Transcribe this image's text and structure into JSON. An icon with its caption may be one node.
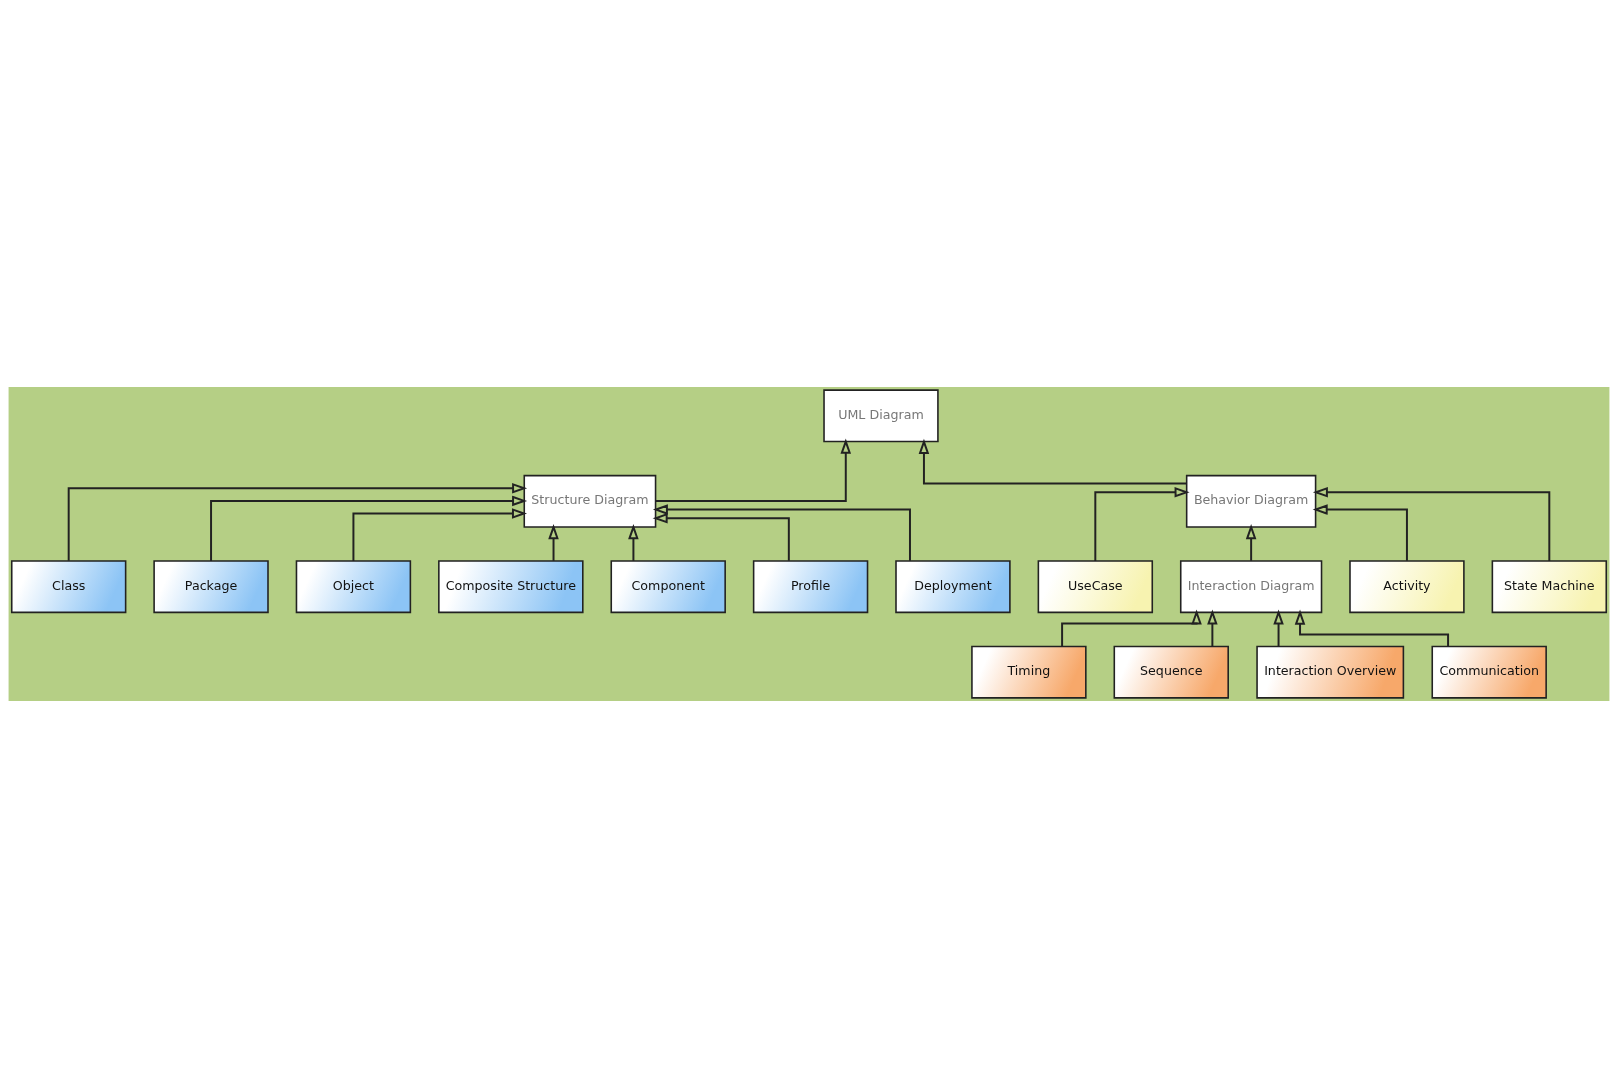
{
  "diagram": {
    "nodes": [
      {
        "text": [
          "UML Diagram"
        ]
      },
      {
        "text": [
          "Structure Diagram"
        ]
      },
      {
        "text": [
          "Behavior Diagram"
        ]
      },
      {
        "text": [
          "Class"
        ]
      },
      {
        "text": [
          "Package"
        ]
      },
      {
        "text": [
          "Object"
        ]
      },
      {
        "text": [
          "Composite Structure"
        ]
      },
      {
        "text": [
          "Component"
        ]
      },
      {
        "text": [
          "Profile"
        ]
      },
      {
        "text": [
          "Deployment"
        ]
      },
      {
        "text": [
          "UseCase"
        ]
      },
      {
        "text": [
          "Interaction Diagram"
        ]
      },
      {
        "text": [
          "Activity"
        ]
      },
      {
        "text": [
          "State Machine"
        ]
      },
      {
        "text": [
          "Timing"
        ]
      },
      {
        "text": [
          "Sequence"
        ]
      },
      {
        "text": [
          "Interaction Overview"
        ]
      },
      {
        "text": [
          "Communication"
        ]
      }
    ],
    "edges": [
      {
        "from": 1,
        "to": 0,
        "arrow": "to"
      },
      {
        "from": 2,
        "to": 0,
        "arrow": "to"
      },
      {
        "from": 3,
        "to": 1,
        "arrow": "to"
      },
      {
        "from": 4,
        "to": 1,
        "arrow": "to"
      },
      {
        "from": 5,
        "to": 1,
        "arrow": "to"
      },
      {
        "from": 6,
        "to": 1,
        "arrow": "to"
      },
      {
        "from": 7,
        "to": 1,
        "arrow": "to"
      },
      {
        "from": 8,
        "to": 1,
        "arrow": "to"
      },
      {
        "from": 9,
        "to": 1,
        "arrow": "to"
      },
      {
        "from": 10,
        "to": 2,
        "arrow": "to"
      },
      {
        "from": 11,
        "to": 2,
        "arrow": "to"
      },
      {
        "from": 12,
        "to": 2,
        "arrow": "to"
      },
      {
        "from": 13,
        "to": 2,
        "arrow": "to"
      },
      {
        "from": 14,
        "to": 11,
        "arrow": "to"
      },
      {
        "from": 15,
        "to": 11,
        "arrow": "to"
      },
      {
        "from": 16,
        "to": 11,
        "arrow": "to"
      },
      {
        "from": 17,
        "to": 11,
        "arrow": "to"
      }
    ]
  }
}
